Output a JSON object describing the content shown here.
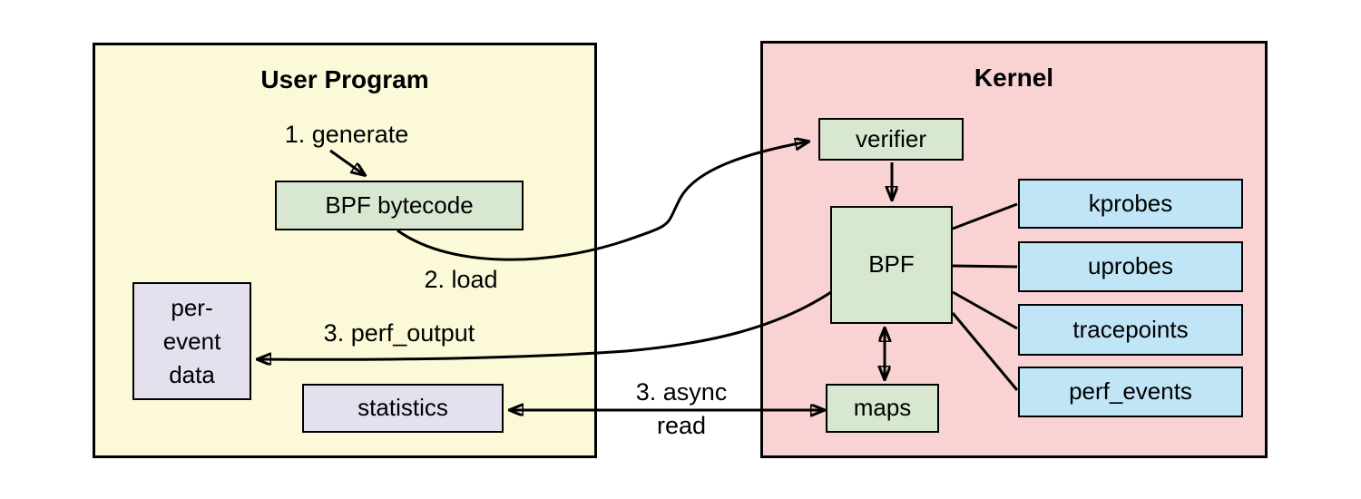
{
  "user_program": {
    "title": "User Program",
    "bytecode_label": "BPF bytecode",
    "per_event_data_label": "per-\nevent\ndata",
    "statistics_label": "statistics"
  },
  "kernel": {
    "title": "Kernel",
    "verifier_label": "verifier",
    "bpf_label": "BPF",
    "maps_label": "maps",
    "attach_points": [
      {
        "label": "kprobes"
      },
      {
        "label": "uprobes"
      },
      {
        "label": "tracepoints"
      },
      {
        "label": "perf_events"
      }
    ]
  },
  "annotations": {
    "generate": "1. generate",
    "load": "2. load",
    "perf_output": "3. perf_output",
    "async_read": "3. async\nread"
  },
  "colors": {
    "user_program_fill": "#FCF9D8",
    "kernel_fill": "#F9D2D4",
    "green_fill": "#D8E7CF",
    "blue_fill": "#BFE5F6",
    "lavender_fill": "#E4E0EE",
    "border": "#000000",
    "arrow": "#000000"
  }
}
